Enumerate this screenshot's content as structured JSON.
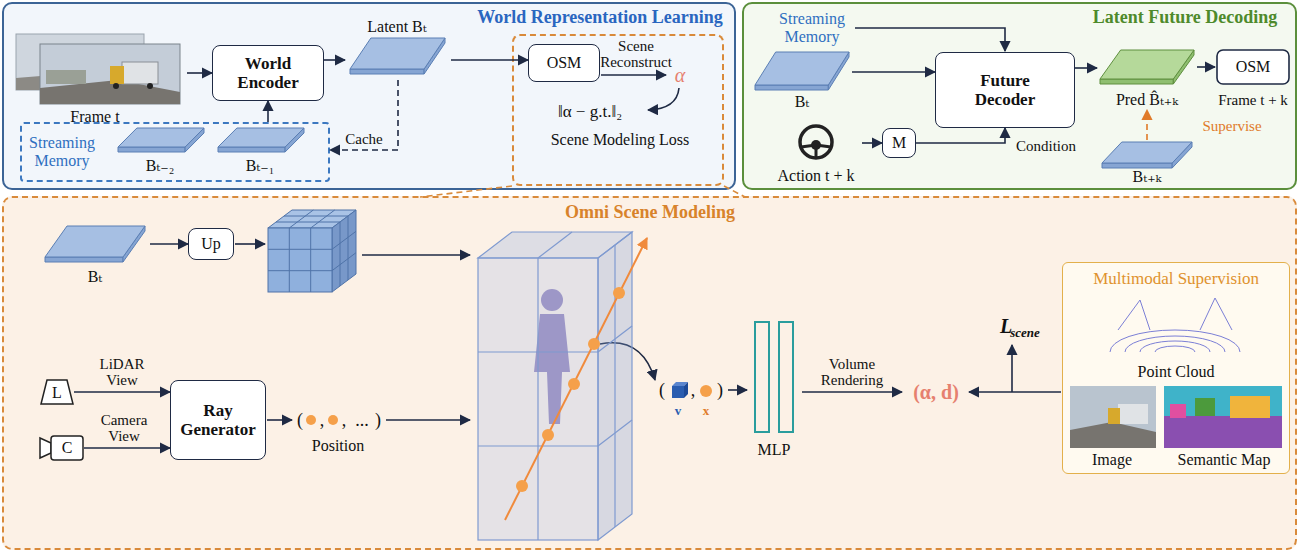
{
  "diagram": {
    "nodes": [
      {
        "text": [
          "World Representation Learning"
        ]
      },
      {
        "text": [
          "Frame t"
        ],
        "in": 0
      },
      {
        "text": [
          "World Encoder"
        ],
        "in": 0
      },
      {
        "text": [
          "Latent Bₜ"
        ],
        "in": 0
      },
      {
        "text": [
          "‖α − g.t.‖₂",
          "Scene Modeling Loss"
        ],
        "in": 0
      },
      {
        "text": [
          "OSM"
        ],
        "in": 4
      },
      {
        "text": [
          "Streaming Memory"
        ],
        "in": 0
      },
      {
        "text": [
          "Bₜ₋₂"
        ],
        "in": 6
      },
      {
        "text": [
          "Bₜ₋₁"
        ],
        "in": 6
      },
      {
        "text": [
          "Latent Future Decoding"
        ]
      },
      {
        "text": [
          "Future Decoder"
        ],
        "in": 9
      },
      {
        "text": [
          "Bₜ"
        ],
        "in": 9
      },
      {
        "text": [
          "Action t + k"
        ],
        "in": 9
      },
      {
        "text": [
          "M"
        ],
        "in": 9
      },
      {
        "text": [
          "Pred B̂ₜ₊ₖ"
        ],
        "in": 9
      },
      {
        "text": [
          "OSM",
          "Frame t + k"
        ],
        "in": 9
      },
      {
        "text": [
          "Bₜ₊ₖ"
        ],
        "in": 9
      },
      {
        "text": [
          "Omni Scene Modeling"
        ]
      },
      {
        "text": [
          "Bₜ"
        ],
        "in": 17
      },
      {
        "text": [
          "Up"
        ],
        "in": 17
      },
      {
        "text": [
          "L"
        ],
        "in": 17
      },
      {
        "text": [
          "C"
        ],
        "in": 17
      },
      {
        "text": [
          "Ray Generator"
        ],
        "in": 17
      },
      {
        "text": [
          "MLP"
        ],
        "in": 17
      },
      {
        "text": [
          "Multimodal Supervision",
          "Point Cloud",
          "Image",
          "Semantic Map"
        ],
        "in": 17
      }
    ],
    "edges": [
      {
        "from": 1,
        "to": 2,
        "arrow": "to"
      },
      {
        "from": 2,
        "to": 3,
        "arrow": "to"
      },
      {
        "from": 3,
        "to": 5,
        "arrow": "to"
      },
      {
        "from": 3,
        "to": 6,
        "label": "Cache",
        "arrow": "to"
      },
      {
        "from": 6,
        "to": 2,
        "arrow": "to"
      },
      {
        "from": 11,
        "to": 10,
        "arrow": "to"
      },
      {
        "from": 12,
        "to": 13,
        "arrow": "to"
      },
      {
        "from": 13,
        "to": 10,
        "label": "Condition",
        "arrow": "to"
      },
      {
        "from": 10,
        "to": 14,
        "arrow": "to"
      },
      {
        "from": 14,
        "to": 15,
        "arrow": "to"
      },
      {
        "from": 16,
        "to": 14,
        "label": "Supervise",
        "arrow": "to"
      },
      {
        "from": 18,
        "to": 19,
        "arrow": "to"
      },
      {
        "from": 20,
        "to": 22,
        "label": "LiDAR View",
        "arrow": "to"
      },
      {
        "from": 21,
        "to": 22,
        "label": "Camera View",
        "arrow": "to"
      }
    ],
    "labels": [
      "Scene Reconstruct",
      "α",
      "Streaming Memory",
      "Position",
      "(",
      ",",
      ",",
      "...",
      ")",
      "(",
      ",",
      ")",
      "v",
      "x",
      "Volume Rendering",
      "(α, d)",
      "L",
      "scene"
    ]
  }
}
